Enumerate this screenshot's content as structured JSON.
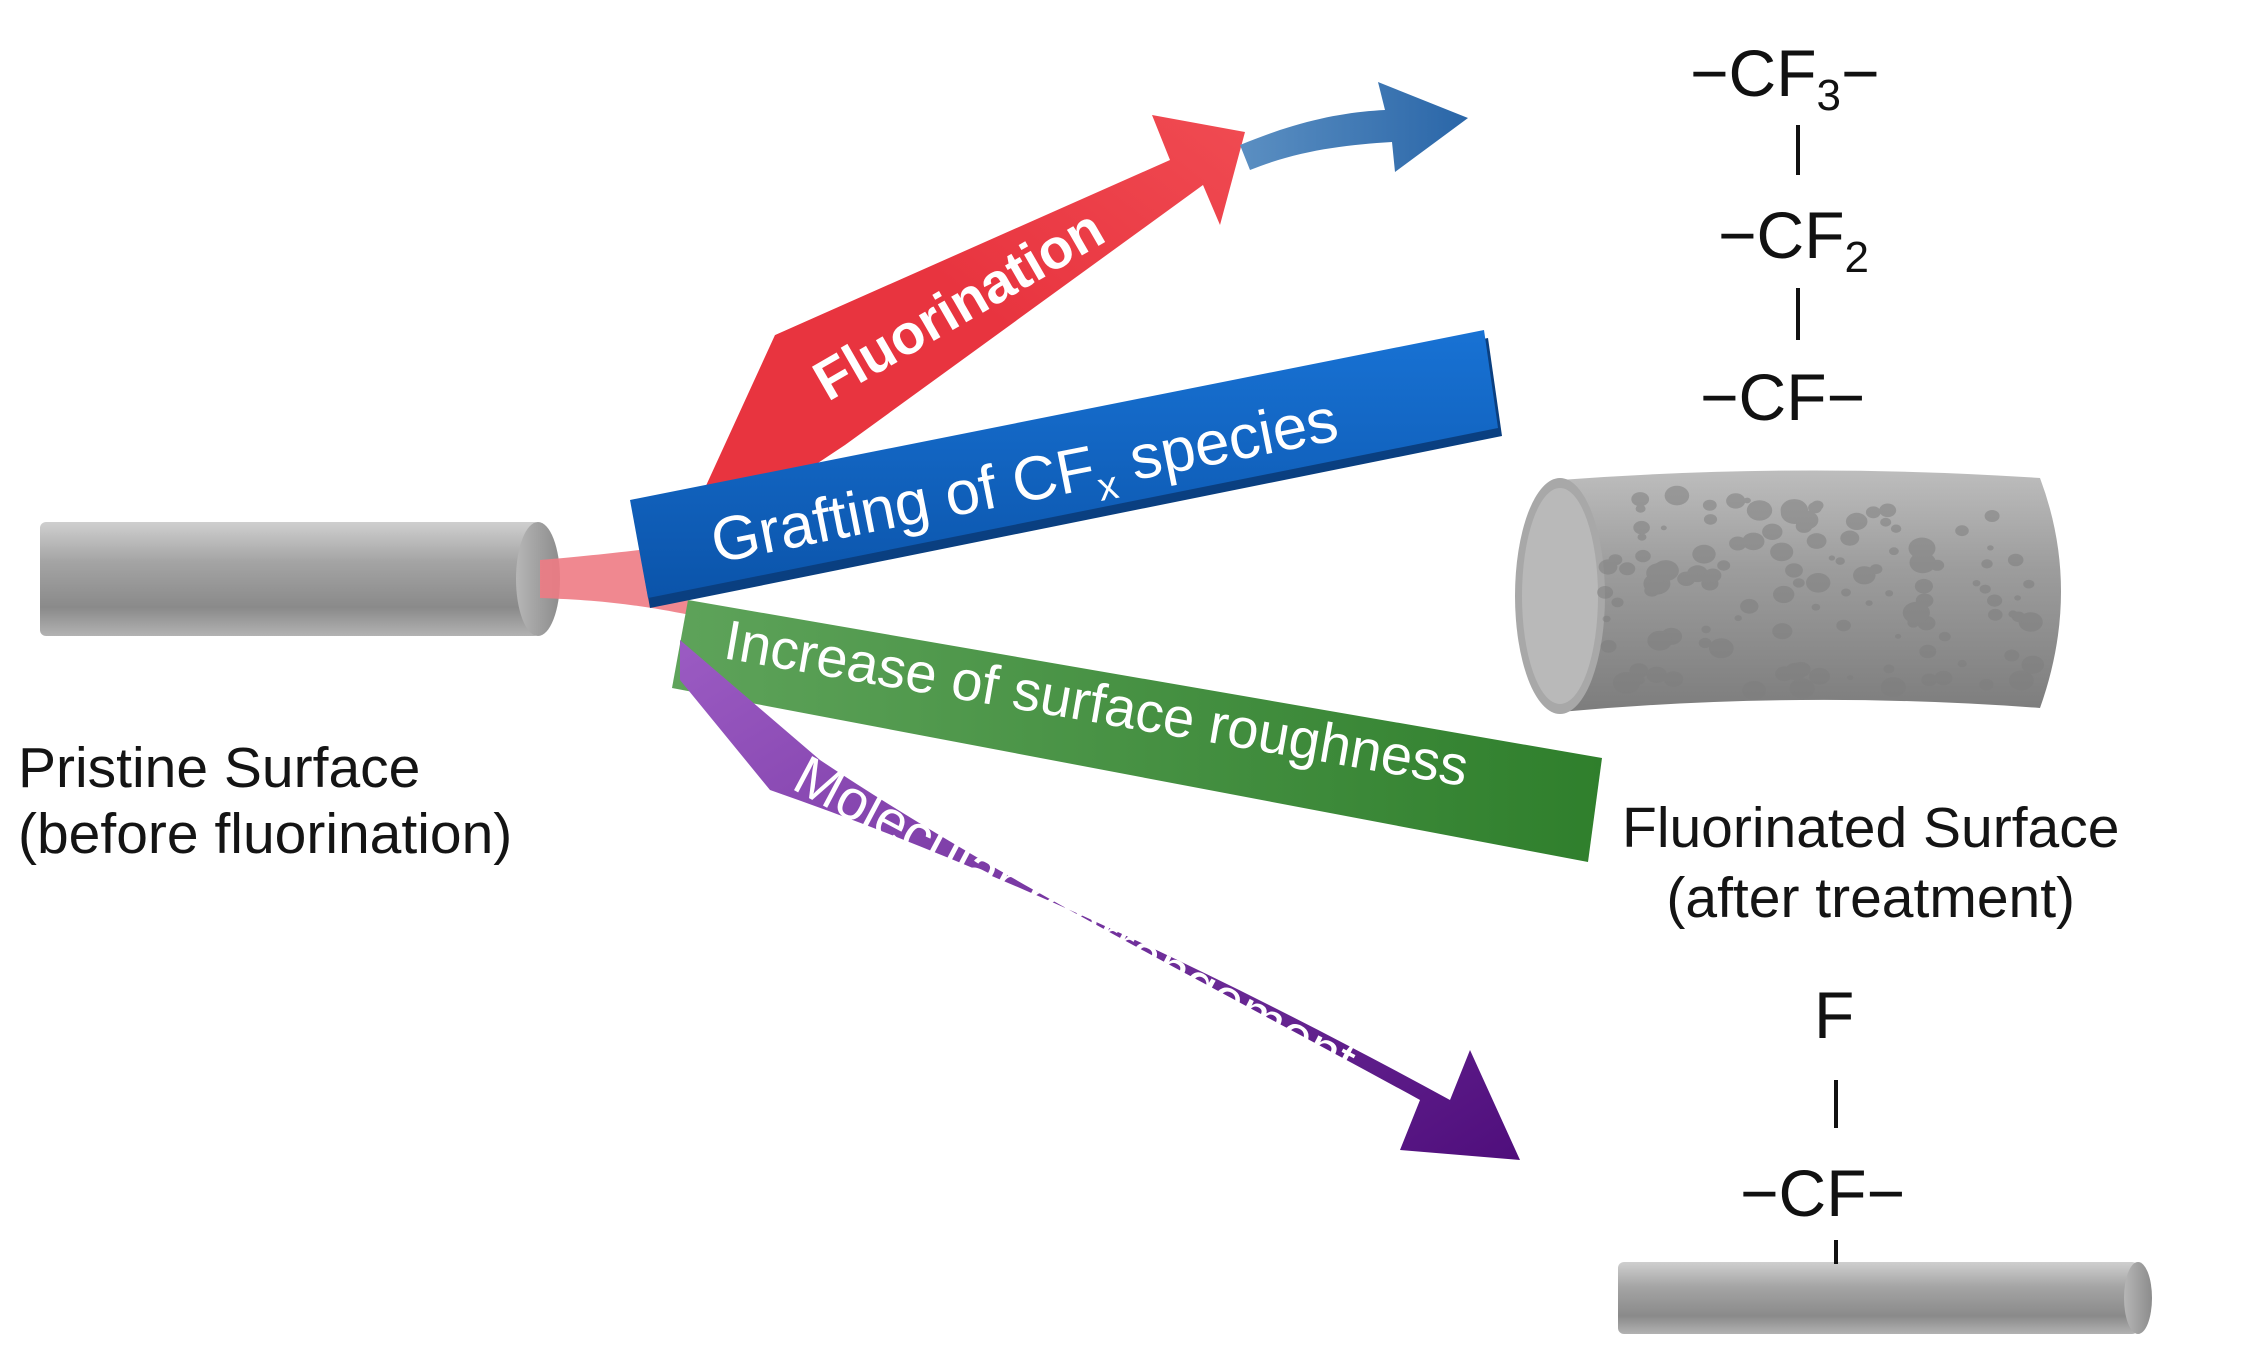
{
  "labels": {
    "pristine_line1": "Pristine Surface",
    "pristine_line2": "(before fluorination)",
    "fluorinated_line1": "Fluorinated Surface",
    "fluorinated_line2": "(after treatment)"
  },
  "arrows": {
    "fluorination": "Fluorination",
    "grafting_main": "Grafting of CF",
    "grafting_sub": "x",
    "grafting_tail": " species",
    "roughness": "Increase of surface roughness",
    "rearrangement": "Molecular rearrangement"
  },
  "chemistry": {
    "top": {
      "row1_pre": "−CF",
      "row1_sub": "3",
      "row1_post": "−",
      "row2_pre": "−CF",
      "row2_sub": "2",
      "row3": "−CF−"
    },
    "bottom": {
      "row1": "F",
      "row2": "−CF−"
    }
  },
  "colors": {
    "fluorination": "#e8343f",
    "grafting": "#1160be",
    "roughness": "#3f8f3a",
    "rearrangement": "#6a2a9a",
    "blue_arrow": "#3a78b4",
    "cylinder": "#9a9a9a"
  }
}
